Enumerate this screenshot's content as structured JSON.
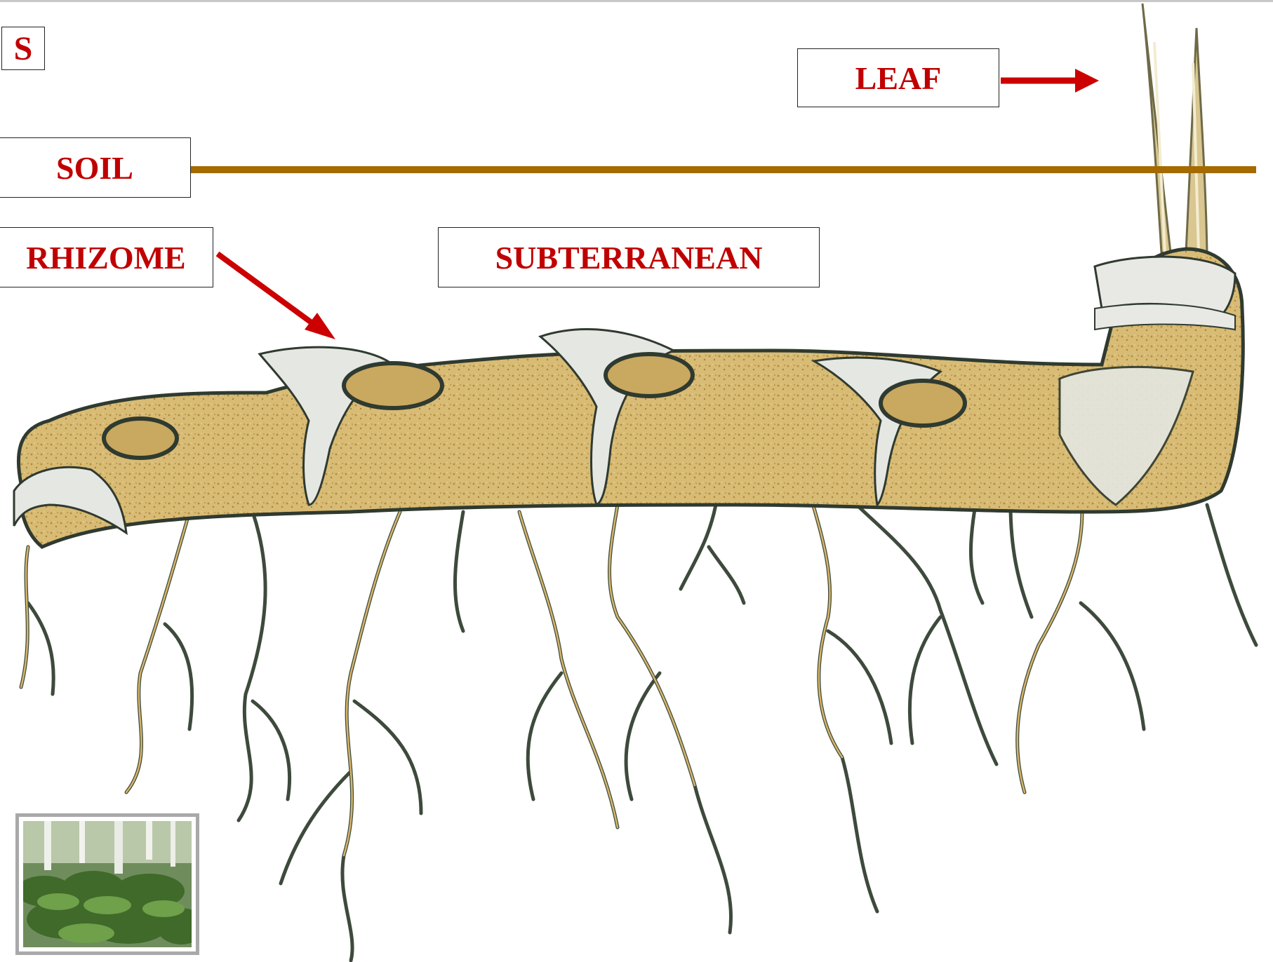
{
  "labels": {
    "slide_mark": "S",
    "leaf": "LEAF",
    "soil": "SOIL",
    "rhizome": "RHIZOME",
    "subterranean": "SUBTERRANEAN"
  },
  "colors": {
    "label_text": "#c00000",
    "arrow": "#cc0000",
    "soil_line": "#a56a00",
    "rhizome_fill": "#d8bb74",
    "scale_leaf": "#cfd4cc",
    "outline": "#2f3a30",
    "root": "#caa35c"
  },
  "icons": {
    "photo": "fern-forest-photo"
  }
}
